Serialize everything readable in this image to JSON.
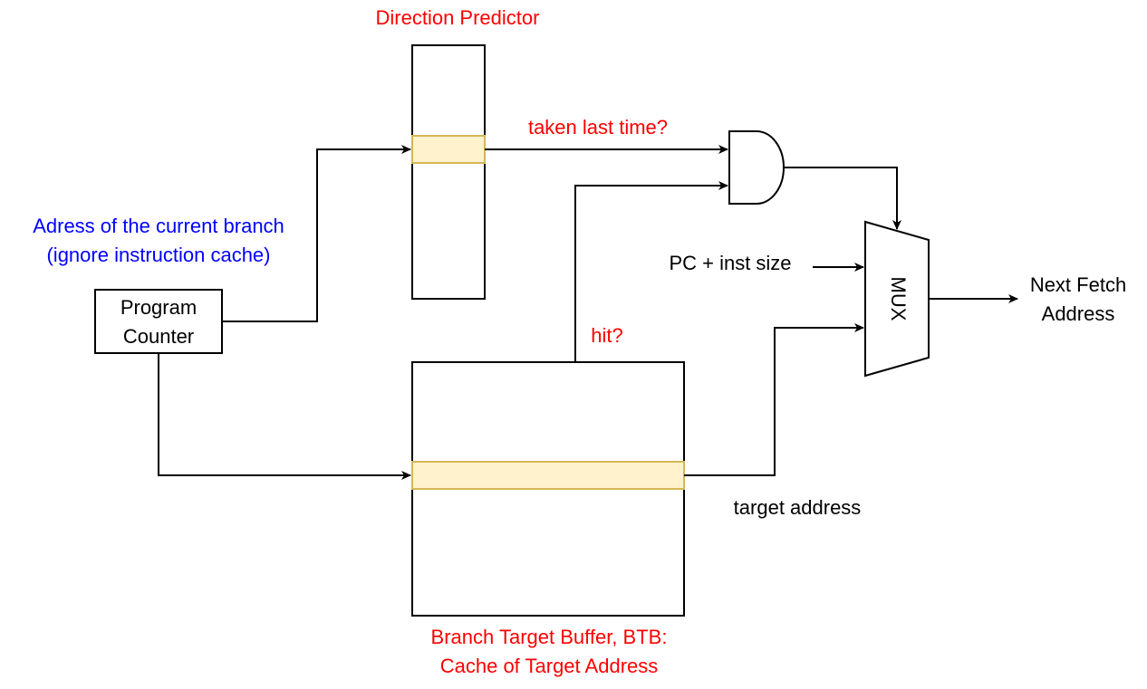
{
  "colors": {
    "red_label": "#ff0000",
    "blue_label": "#0000ff",
    "black": "#000000",
    "entry_fill": "#fff2cc",
    "entry_stroke": "#d6b656"
  },
  "labels": {
    "direction_predictor": "Direction Predictor",
    "taken_last_time": "taken last time?",
    "address_line1": "Adress of the current branch",
    "address_line2": "(ignore instruction cache)",
    "program_counter_line1": "Program",
    "program_counter_line2": "Counter",
    "hit": "hit?",
    "pc_inst_size": "PC + inst size",
    "mux": "MUX",
    "next_fetch_line1": "Next Fetch",
    "next_fetch_line2": "Address",
    "target_address": "target address",
    "btb_line1": "Branch Target Buffer, BTB:",
    "btb_line2": "Cache of Target Address"
  }
}
